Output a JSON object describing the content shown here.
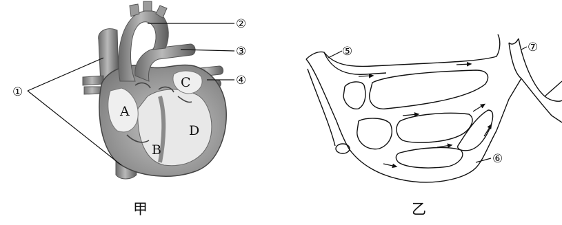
{
  "figure_jia": {
    "caption": "甲",
    "callouts": [
      "①",
      "②",
      "③",
      "④"
    ],
    "chambers": [
      "A",
      "B",
      "C",
      "D"
    ]
  },
  "figure_yi": {
    "caption": "乙",
    "callouts": [
      "⑤",
      "⑥",
      "⑦"
    ]
  }
}
